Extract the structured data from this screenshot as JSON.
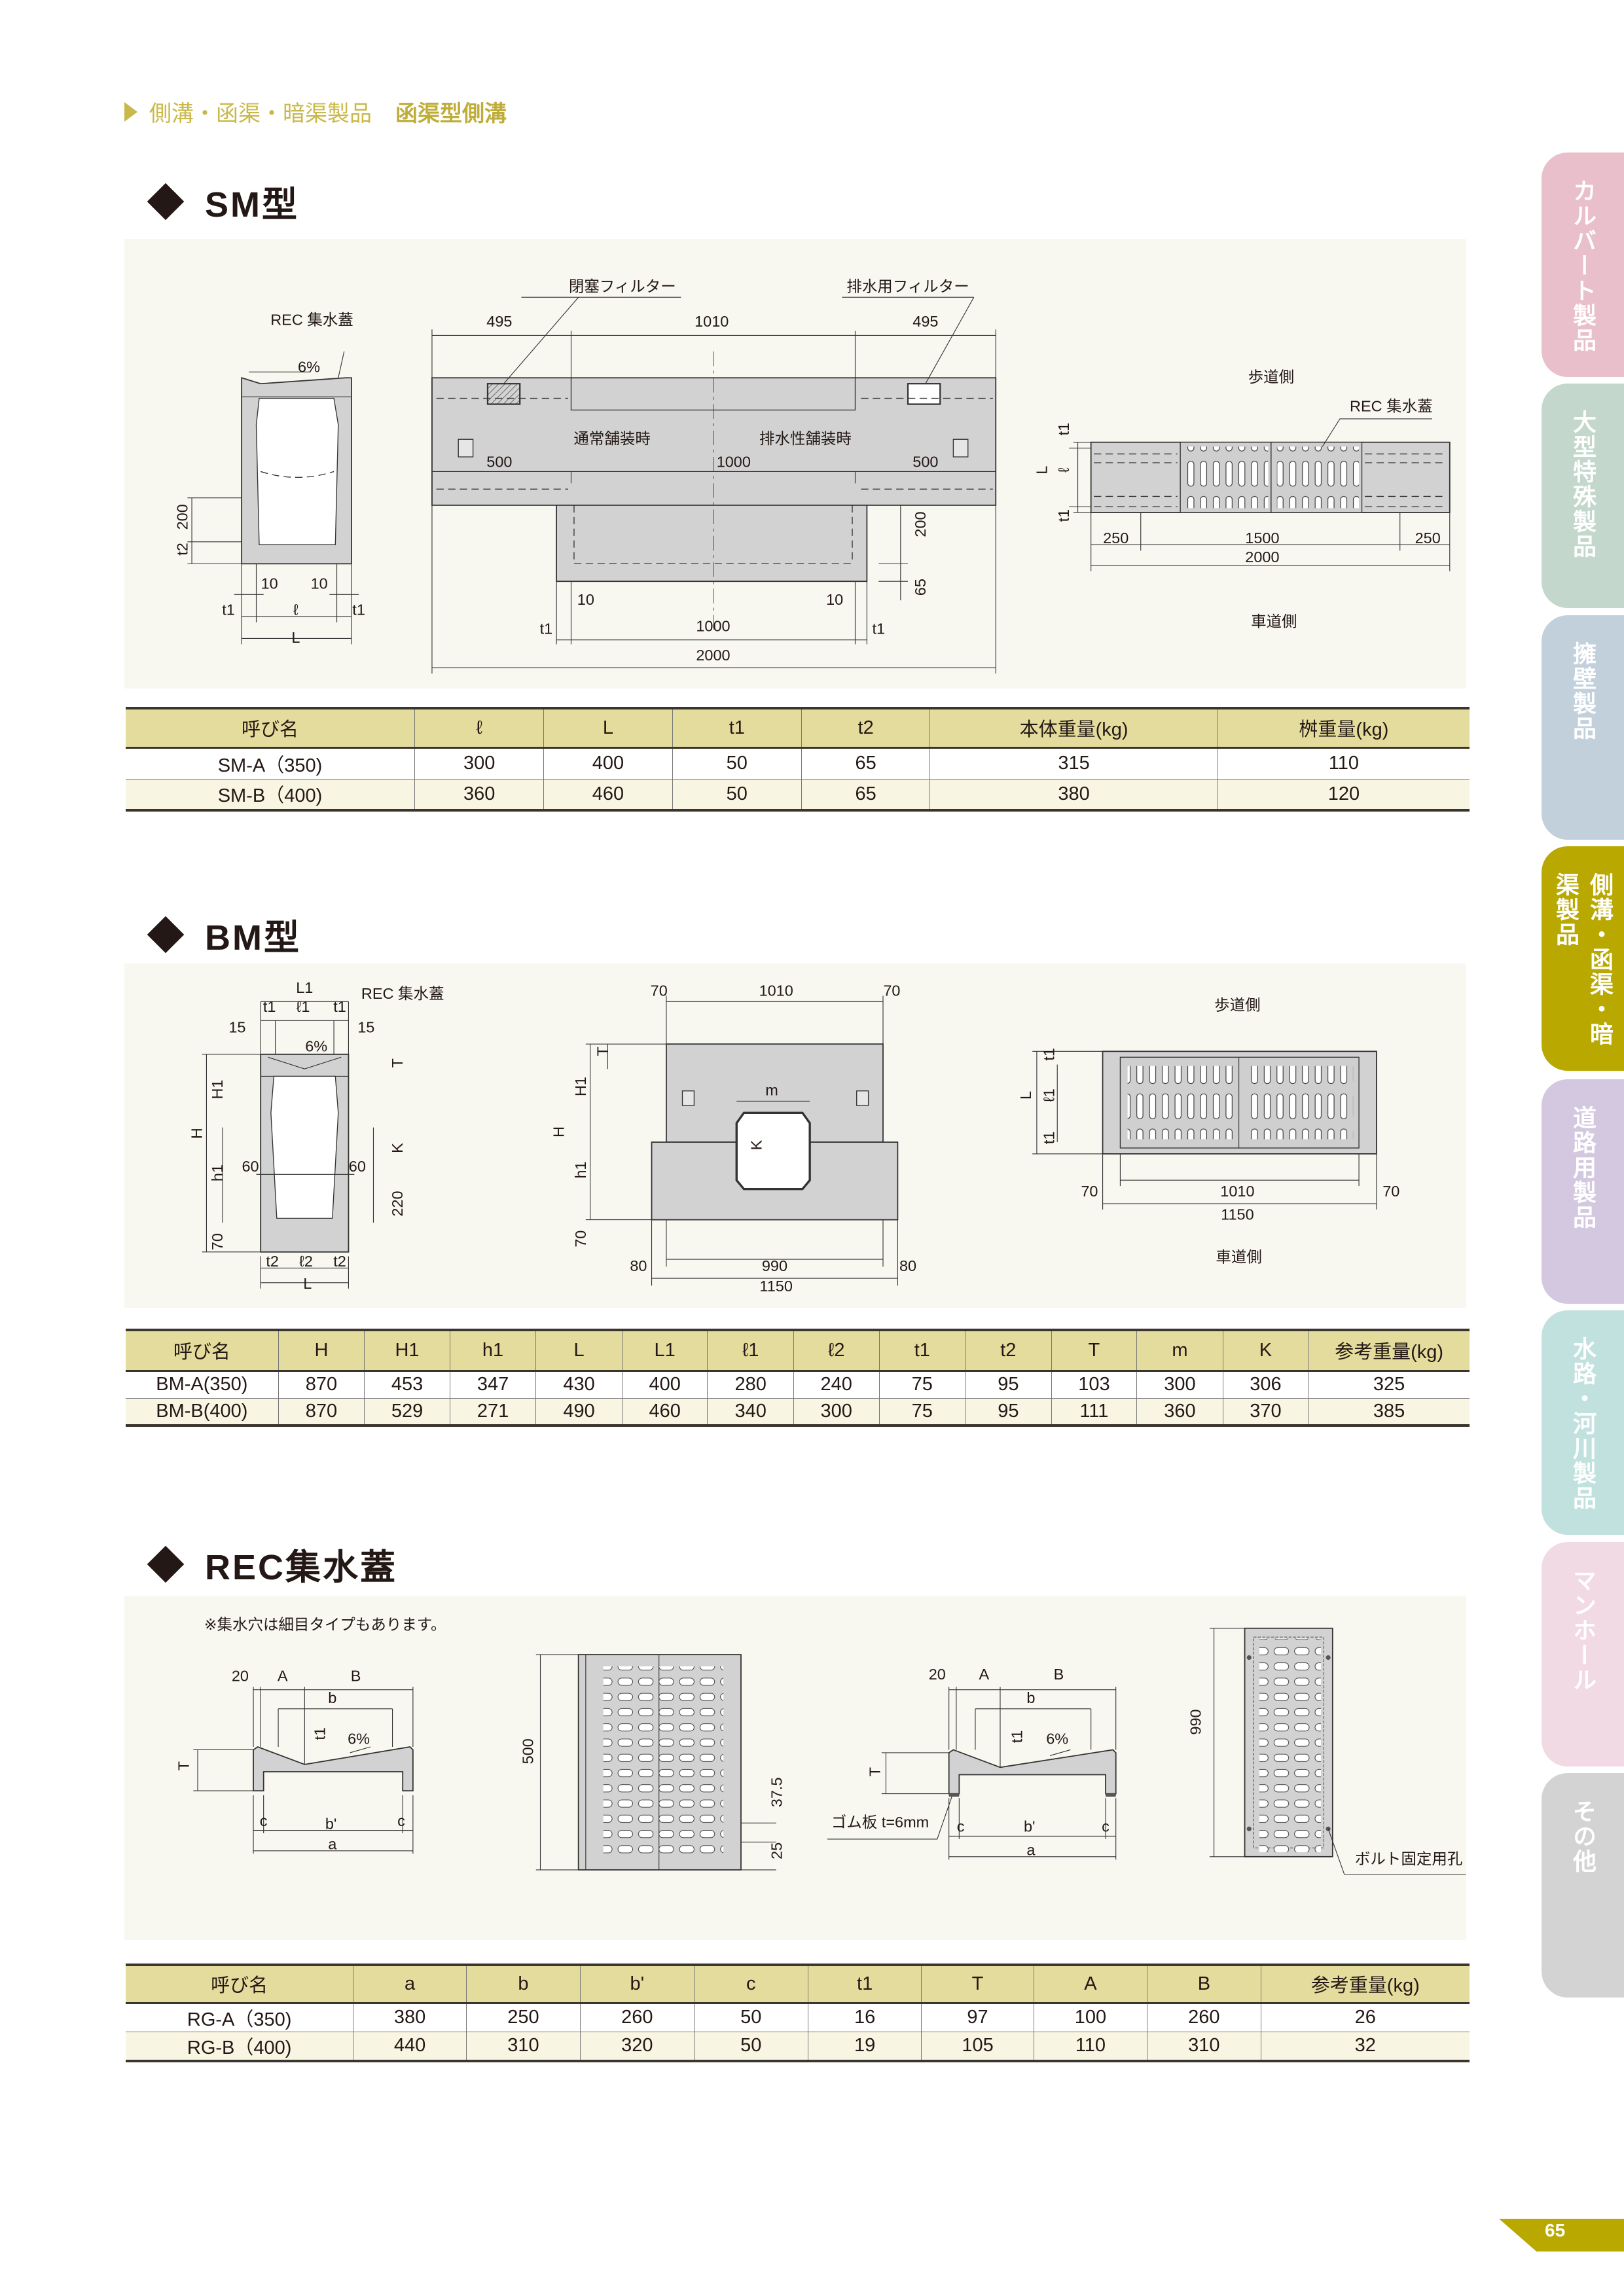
{
  "breadcrumb": {
    "category": "側溝・函渠・暗渠製品",
    "current": "函渠型側溝"
  },
  "side_tabs": [
    {
      "label": "カルバート製品",
      "color": "#e8bfca"
    },
    {
      "label": "大型特殊製品",
      "color": "#c3d7cd"
    },
    {
      "label": "擁壁製品",
      "color": "#c2d0dc"
    },
    {
      "label": "側溝・函渠・暗渠製品",
      "color": "#b8a800",
      "active": true
    },
    {
      "label": "道路用製品",
      "color": "#d3c8df"
    },
    {
      "label": "水路・河川製品",
      "color": "#c1e1df"
    },
    {
      "label": "マンホール",
      "color": "#f2dae5"
    },
    {
      "label": "その他",
      "color": "#d3d3d3"
    }
  ],
  "page_number": "65",
  "sm": {
    "title": "SM型",
    "diagram_labels": [
      "REC 集水蓋",
      "6%",
      "200",
      "t2",
      "10",
      "10",
      "t1",
      "ℓ",
      "t1",
      "L",
      "閉塞フィルター",
      "排水用フィルター",
      "495",
      "1010",
      "495",
      "通常舗装時",
      "排水性舗装時",
      "500",
      "1000",
      "500",
      "200",
      "65",
      "10",
      "10",
      "t1",
      "1000",
      "t1",
      "2000",
      "歩道側",
      "REC 集水蓋",
      "L",
      "ℓ",
      "t1",
      "t1",
      "250",
      "1500",
      "250",
      "2000",
      "車道側"
    ],
    "table": {
      "headers": [
        "呼び名",
        "ℓ",
        "L",
        "t1",
        "t2",
        "本体重量(kg)",
        "桝重量(kg)"
      ],
      "rows": [
        [
          "SM-A（350)",
          "300",
          "400",
          "50",
          "65",
          "315",
          "110"
        ],
        [
          "SM-B（400)",
          "360",
          "460",
          "50",
          "65",
          "380",
          "120"
        ]
      ]
    }
  },
  "bm": {
    "title": "BM型",
    "diagram_labels": [
      "L1",
      "t1",
      "ℓ1",
      "t1",
      "REC 集水蓋",
      "15",
      "15",
      "6%",
      "H",
      "H1",
      "h1",
      "70",
      "T",
      "K",
      "220",
      "60",
      "60",
      "t2",
      "ℓ2",
      "t2",
      "L",
      "70",
      "1010",
      "70",
      "T",
      "H1",
      "H",
      "h1",
      "70",
      "m",
      "K",
      "80",
      "990",
      "80",
      "1150",
      "歩道側",
      "L",
      "ℓ1",
      "t1",
      "t1",
      "70",
      "1010",
      "70",
      "1150",
      "車道側"
    ],
    "table": {
      "headers": [
        "呼び名",
        "H",
        "H1",
        "h1",
        "L",
        "L1",
        "ℓ1",
        "ℓ2",
        "t1",
        "t2",
        "T",
        "m",
        "K",
        "参考重量(kg)"
      ],
      "rows": [
        [
          "BM-A(350)",
          "870",
          "453",
          "347",
          "430",
          "400",
          "280",
          "240",
          "75",
          "95",
          "103",
          "300",
          "306",
          "325"
        ],
        [
          "BM-B(400)",
          "870",
          "529",
          "271",
          "490",
          "460",
          "340",
          "300",
          "75",
          "95",
          "111",
          "360",
          "370",
          "385"
        ]
      ]
    }
  },
  "rec": {
    "title": "REC集水蓋",
    "diagram_labels": [
      "※集水穴は細目タイプもあります。",
      "20",
      "A",
      "B",
      "b",
      "t1",
      "6%",
      "T",
      "c",
      "b'",
      "c",
      "a",
      "500",
      "37.5",
      "25",
      "20",
      "A",
      "B",
      "b",
      "t1",
      "6%",
      "T",
      "ゴム板 t=6mm",
      "c",
      "b'",
      "c",
      "a",
      "990",
      "ボルト固定用孔"
    ],
    "table": {
      "headers": [
        "呼び名",
        "a",
        "b",
        "b'",
        "c",
        "t1",
        "T",
        "A",
        "B",
        "参考重量(kg)"
      ],
      "rows": [
        [
          "RG-A（350)",
          "380",
          "250",
          "260",
          "50",
          "16",
          "97",
          "100",
          "260",
          "26"
        ],
        [
          "RG-B（400)",
          "440",
          "310",
          "320",
          "50",
          "19",
          "105",
          "110",
          "310",
          "32"
        ]
      ]
    }
  }
}
